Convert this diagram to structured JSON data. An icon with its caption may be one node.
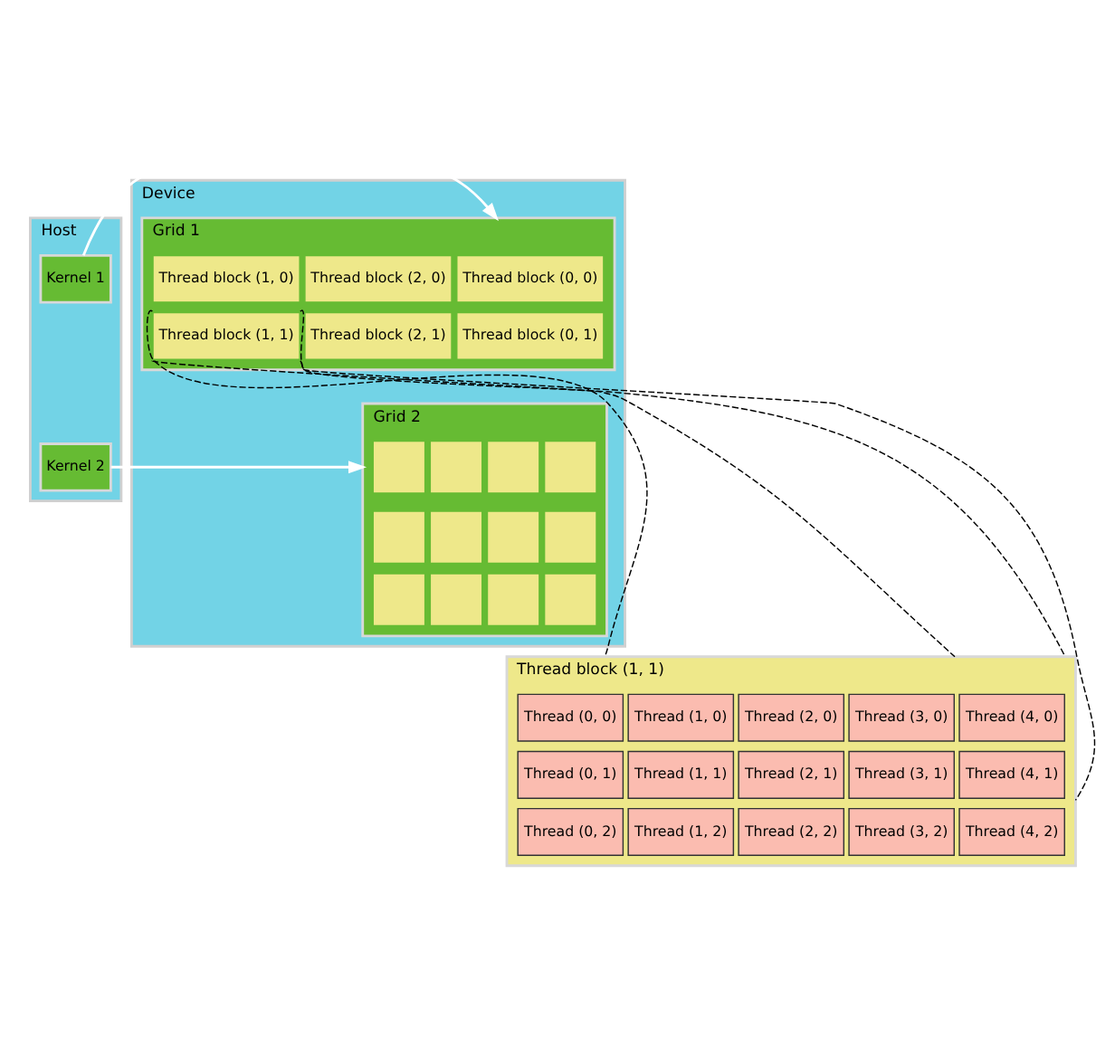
{
  "diagram": {
    "nodes": [
      {
        "text": [
          "Host"
        ]
      },
      {
        "text": [
          "Kernel 1"
        ],
        "in": 0
      },
      {
        "text": [
          "Kernel 2"
        ],
        "in": 0
      },
      {
        "text": [
          "Device"
        ]
      },
      {
        "text": [
          "Grid 1"
        ],
        "in": 3
      },
      {
        "text": [
          "Thread block (0, 0)"
        ],
        "in": 4
      },
      {
        "text": [
          "Thread block (1, 0)"
        ],
        "in": 4
      },
      {
        "text": [
          "Thread block (2, 0)"
        ],
        "in": 4
      },
      {
        "text": [
          "Thread block (0, 1)"
        ],
        "in": 4
      },
      {
        "text": [
          "Thread block (1, 1)"
        ],
        "in": 4
      },
      {
        "text": [
          "Thread block (2, 1)"
        ],
        "in": 4
      },
      {
        "text": [
          "Grid 2"
        ],
        "in": 3
      },
      {
        "text": [],
        "shape": "box",
        "in": 11
      },
      {
        "text": [],
        "shape": "box",
        "in": 11
      },
      {
        "text": [],
        "shape": "box",
        "in": 11
      },
      {
        "text": [],
        "shape": "box",
        "in": 11
      },
      {
        "text": [],
        "shape": "box",
        "in": 11
      },
      {
        "text": [],
        "shape": "box",
        "in": 11
      },
      {
        "text": [],
        "shape": "box",
        "in": 11
      },
      {
        "text": [],
        "shape": "box",
        "in": 11
      },
      {
        "text": [],
        "shape": "box",
        "in": 11
      },
      {
        "text": [],
        "shape": "box",
        "in": 11
      },
      {
        "text": [],
        "shape": "box",
        "in": 11
      },
      {
        "text": [],
        "shape": "box",
        "in": 11
      },
      {
        "text": [
          "Thread block (1, 1)"
        ]
      },
      {
        "text": [
          "Thread (0, 0)"
        ],
        "in": 24
      },
      {
        "text": [
          "Thread (1, 0)"
        ],
        "in": 24
      },
      {
        "text": [
          "Thread (2, 0)"
        ],
        "in": 24
      },
      {
        "text": [
          "Thread (3, 0)"
        ],
        "in": 24
      },
      {
        "text": [
          "Thread (4, 0)"
        ],
        "in": 24
      },
      {
        "text": [
          "Thread (0, 1)"
        ],
        "in": 24
      },
      {
        "text": [
          "Thread (1, 1)"
        ],
        "in": 24
      },
      {
        "text": [
          "Thread (2, 1)"
        ],
        "in": 24
      },
      {
        "text": [
          "Thread (3, 1)"
        ],
        "in": 24
      },
      {
        "text": [
          "Thread (4, 1)"
        ],
        "in": 24
      },
      {
        "text": [
          "Thread (0, 2)"
        ],
        "in": 24
      },
      {
        "text": [
          "Thread (1, 2)"
        ],
        "in": 24
      },
      {
        "text": [
          "Thread (2, 2)"
        ],
        "in": 24
      },
      {
        "text": [
          "Thread (3, 2)"
        ],
        "in": 24
      },
      {
        "text": [
          "Thread (4, 2)"
        ],
        "in": 24
      }
    ],
    "edges": [
      {
        "from": 1,
        "to": 4,
        "arrow": "to",
        "color": "#ffffff"
      },
      {
        "from": 2,
        "to": 11,
        "arrow": "to",
        "color": "#ffffff"
      },
      {
        "from": 9,
        "to": 24,
        "arrow": "none",
        "style": "dashed"
      },
      {
        "from": 9,
        "to": 24,
        "arrow": "none",
        "style": "dashed"
      },
      {
        "from": 9,
        "to": 24,
        "arrow": "none",
        "style": "dashed"
      },
      {
        "from": 9,
        "to": 24,
        "arrow": "none",
        "style": "dashed"
      }
    ]
  }
}
